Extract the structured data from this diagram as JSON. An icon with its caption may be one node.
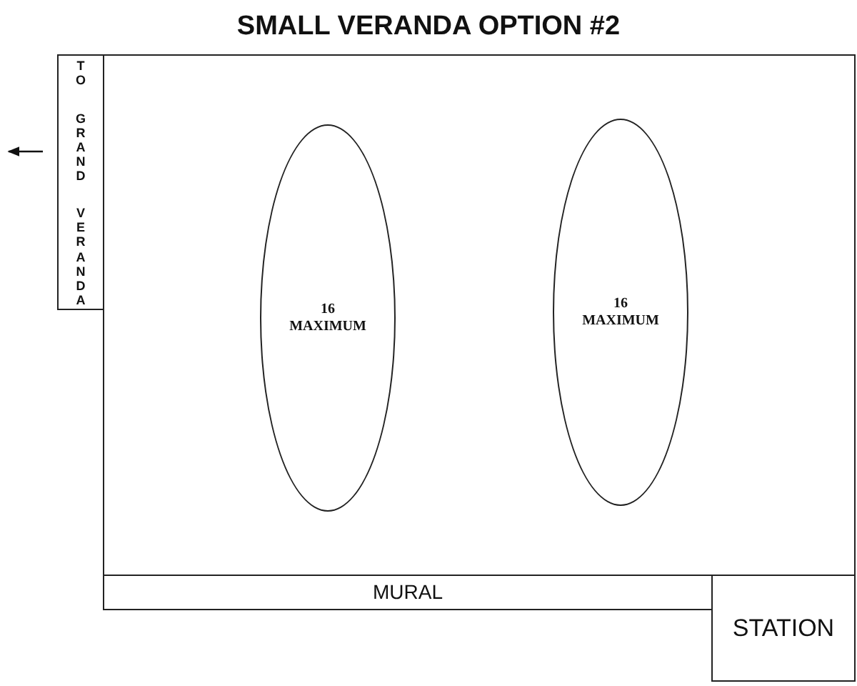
{
  "diagram": {
    "title": "SMALL VERANDA OPTION #2",
    "nodes": [
      {
        "text": [],
        "shape": "box"
      },
      {
        "text": [
          "TO GRAND VERANDA"
        ]
      },
      {
        "text": [
          "16 MAXIMUM"
        ],
        "in": 0
      },
      {
        "text": [
          "16 MAXIMUM"
        ],
        "in": 0
      },
      {
        "text": [
          "MURAL"
        ]
      },
      {
        "text": [
          "STATION"
        ]
      }
    ]
  }
}
